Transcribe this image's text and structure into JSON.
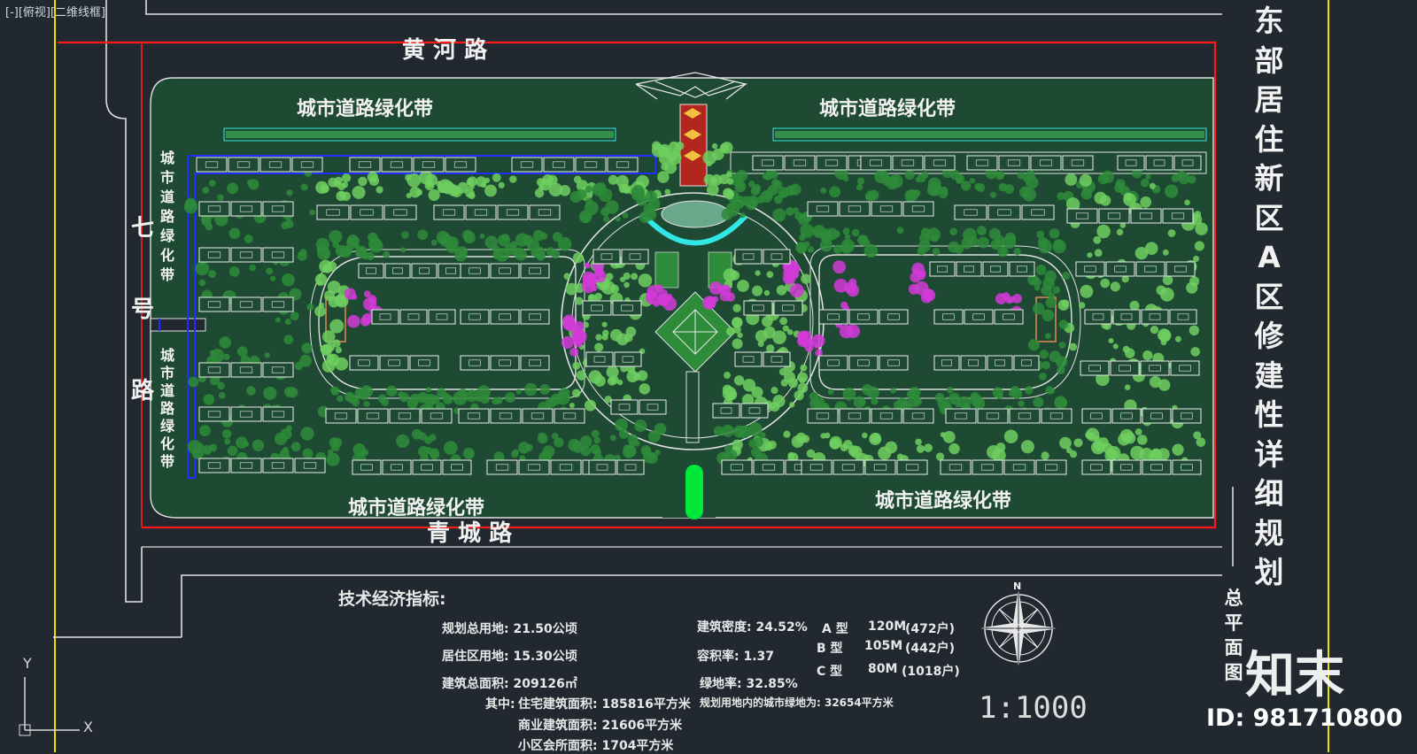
{
  "viewport_label": "[-][俯视][二维线框]",
  "title_vertical": "东部居住新区A区修建性详细规划",
  "subtitle_vertical": "总平面图",
  "roads": {
    "north": "黄 河 路",
    "south": "青 城 路",
    "west": "七号路"
  },
  "green_belts": {
    "top_left": "城市道路绿化带",
    "top_right": "城市道路绿化带",
    "bottom_left": "城市道路绿化带",
    "bottom_right": "城市道路绿化带",
    "left_upper": "城市道路绿化带",
    "left_lower": "城市道路绿化带"
  },
  "stats": {
    "heading": "技术经济指标:",
    "planned_area": "规划总用地: 21.50公顷",
    "residential_area": "居住区用地: 15.30公顷",
    "total_floor_area": "建筑总面积: 209126㎡",
    "of_which": "其中:",
    "residential_floor": "住宅建筑面积: 185816平方米",
    "commercial_floor": "商业建筑面积: 21606平方米",
    "club_floor": "小区会所面积: 1704平方米",
    "building_density": "建筑密度: 24.52%",
    "far": "容积率: 1.37",
    "green_ratio": "绿地率: 32.85%",
    "city_green": "规划用地内的城市绿地为: 32654平方米",
    "unit_types": [
      {
        "type": "A 型",
        "area": "120M",
        "units": "(472户)"
      },
      {
        "type": "B 型",
        "area": "105M",
        "units": "(442户)"
      },
      {
        "type": "C 型",
        "area": "80M",
        "units": "(1018户)"
      }
    ]
  },
  "scale_text": "1:1000",
  "compass_label": "N",
  "axis_labels": {
    "y": "Y",
    "x": "X"
  },
  "watermark": {
    "brand": "知末",
    "id": "ID: 981710800"
  },
  "colors": {
    "background": "#212830",
    "site_fill": "#1e4a33",
    "boundary": "#ff1a1a",
    "road_edge": "#e8e8e8",
    "blue_line": "#1e2fff",
    "tree": "#2e8b3a",
    "tree_light": "#6fcf5f",
    "magenta": "#d23ad8",
    "cyan": "#33e6e6",
    "yellow": "#f0e000"
  }
}
